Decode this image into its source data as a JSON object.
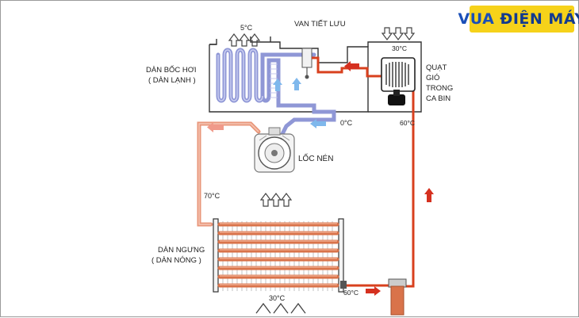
{
  "logo": {
    "brand": "VUA ĐIỆN MÁY",
    "part1": "VUA",
    "part2": "ĐIỆN MÁY"
  },
  "labels": {
    "evaporator_line1": "DÀN BỐC HƠI",
    "evaporator_line2": "( DÀN LẠNH )",
    "valve": "VAN TIẾT LƯU",
    "fan_line1": "QUẠT",
    "fan_line2": "GIÓ",
    "fan_line3": "TRONG",
    "fan_line4": "CA BIN",
    "compressor": "LỐC NÉN",
    "condenser_line1": "DÀN NGƯNG",
    "condenser_line2": "( DÀN NÓNG )"
  },
  "temps": {
    "evap_out_air": "5°C",
    "fan_in_air": "30°C",
    "suction": "0°C",
    "liquid_line": "60°C",
    "discharge": "70°C",
    "condenser_out": "60°C",
    "condenser_in_air": "30°C"
  },
  "colors": {
    "hot_pipe": "#d8401e",
    "warm_pipe": "#e8967a",
    "cold_pipe": "#8f97d6",
    "cold_arrow": "#7fb8ec",
    "hot_arrow": "#d5301f",
    "warm_arrow": "#f09a8a",
    "copper": "#d9734a",
    "logo_bg": "#f6d21a",
    "logo_text": "#1a4fb8"
  }
}
